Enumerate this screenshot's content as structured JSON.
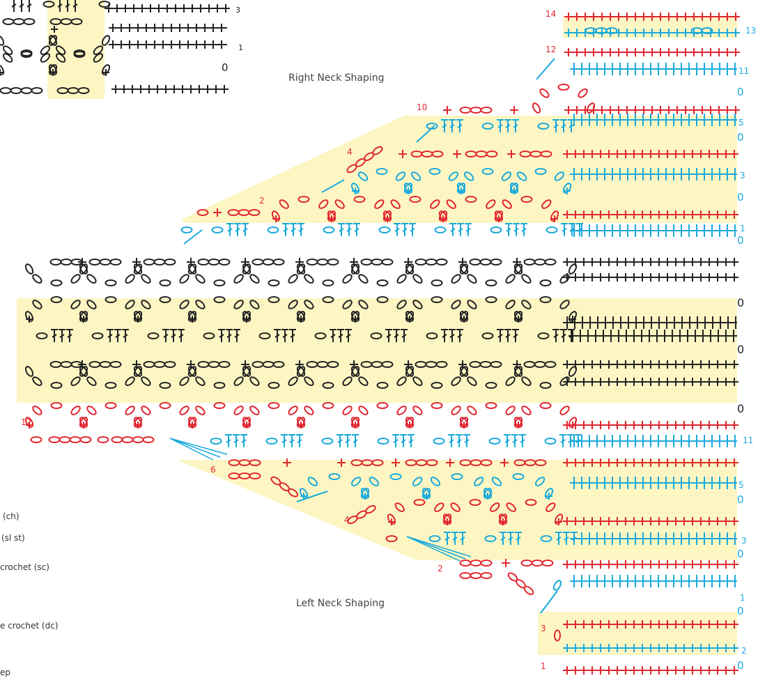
{
  "colors": {
    "black": "#222222",
    "red": "#e0262f",
    "blue": "#19a9dc",
    "highlight": "#fdf6c3"
  },
  "captions": {
    "right_neck": "Right Neck Shaping",
    "left_neck": "Left Neck Shaping"
  },
  "legend": [
    "(ch)",
    "(sl st)",
    "crochet (sc)",
    "e crochet (dc)",
    "ep"
  ],
  "swatch_row_numbers": [
    "3",
    "1",
    "0"
  ],
  "right_row_numbers": [
    {
      "label": "14",
      "color": "red"
    },
    {
      "label": "13",
      "color": "blue"
    },
    {
      "label": "12",
      "color": "red"
    },
    {
      "label": "11",
      "color": "blue"
    },
    {
      "label": "0",
      "color": "blue"
    },
    {
      "label": "10",
      "color": "red"
    },
    {
      "label": "5",
      "color": "blue"
    },
    {
      "label": "0",
      "color": "blue"
    },
    {
      "label": "4",
      "color": "red"
    },
    {
      "label": "3",
      "color": "blue"
    },
    {
      "label": "0",
      "color": "blue"
    },
    {
      "label": "2",
      "color": "red"
    },
    {
      "label": "1",
      "color": "blue"
    },
    {
      "label": "0",
      "color": "blue"
    }
  ],
  "body_row_numbers": [
    "0",
    "0",
    "0"
  ],
  "left_row_numbers": [
    {
      "label": "12",
      "color": "red"
    },
    {
      "label": "11",
      "color": "blue"
    },
    {
      "label": "6",
      "color": "red"
    },
    {
      "label": "5",
      "color": "blue"
    },
    {
      "label": "0",
      "color": "blue"
    },
    {
      "label": "4",
      "color": "red"
    },
    {
      "label": "3",
      "color": "blue"
    },
    {
      "label": "0",
      "color": "blue"
    },
    {
      "label": "2",
      "color": "red"
    },
    {
      "label": "1",
      "color": "blue"
    },
    {
      "label": "0",
      "color": "blue"
    },
    {
      "label": "3",
      "color": "red"
    },
    {
      "label": "2",
      "color": "blue"
    },
    {
      "label": "0",
      "color": "blue"
    },
    {
      "label": "1",
      "color": "red"
    }
  ],
  "icons": {
    "chain": "chain-oval-icon",
    "sc": "single-crochet-cross-icon",
    "dc": "double-crochet-t-icon",
    "slst": "slip-stitch-icon"
  }
}
